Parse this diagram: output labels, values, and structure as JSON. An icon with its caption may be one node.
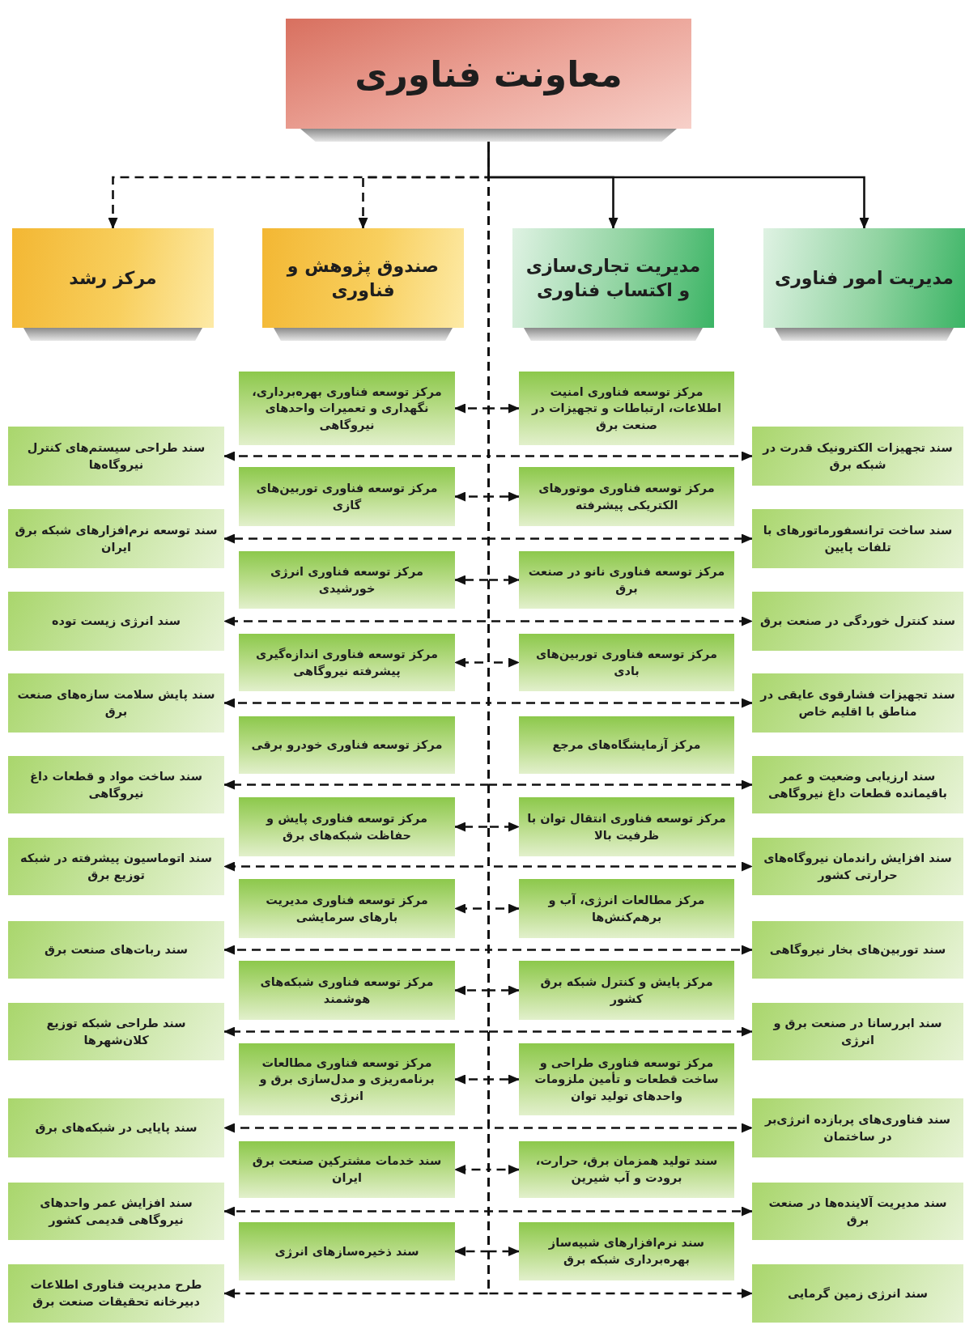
{
  "diagram": {
    "nodes": [
      {
        "text": [
          "معاونت فناوری"
        ]
      },
      {
        "text": [
          "مدیریت امور فناوری"
        ]
      },
      {
        "text": [
          "مدیریت تجاری‌سازی و اکتساب فناوری"
        ]
      },
      {
        "text": [
          "صندوق پژوهش و فناوری"
        ]
      },
      {
        "text": [
          "مرکز رشد"
        ]
      },
      {
        "text": [
          "مرکز توسعه فناوری امنیت اطلاعات، ارتباطات و تجهیزات در صنعت برق"
        ]
      },
      {
        "text": [
          "مرکز توسعه فناوری بهره‌برداری، نگهداری و تعمیرات واحدهای نیروگاهی"
        ]
      },
      {
        "text": [
          "سند تجهیزات الکترونیک قدرت در شبکه برق"
        ]
      },
      {
        "text": [
          "سند طراحی سیستم‌های کنترل نیروگاه‌ها"
        ]
      },
      {
        "text": [
          "مرکز توسعه فناوری موتورهای الکتریکی پیشرفته"
        ]
      },
      {
        "text": [
          "مرکز توسعه فناوری توربین‌های گازی"
        ]
      },
      {
        "text": [
          "سند ساخت ترانسفورماتورهای با تلفات پایین"
        ]
      },
      {
        "text": [
          "سند توسعه نرم‌افزارهای شبکه برق ایران"
        ]
      },
      {
        "text": [
          "مرکز توسعه فناوری نانو در صنعت برق"
        ]
      },
      {
        "text": [
          "مرکز توسعه فناوری انرژی خورشیدی"
        ]
      },
      {
        "text": [
          "سند کنترل خوردگی در صنعت برق"
        ]
      },
      {
        "text": [
          "سند انرژی زیست توده"
        ]
      },
      {
        "text": [
          "مرکز توسعه فناوری توربین‌های بادی"
        ]
      },
      {
        "text": [
          "مرکز توسعه فناوری اندازه‌گیری پیشرفته نیروگاهی"
        ]
      },
      {
        "text": [
          "سند تجهیزات فشارقوی عایقی در مناطق با اقلیم خاص"
        ]
      },
      {
        "text": [
          "سند پایش سلامت سازه‌های صنعت برق"
        ]
      },
      {
        "text": [
          "مرکز آزمایشگاه‌های مرجع"
        ]
      },
      {
        "text": [
          "مرکز توسعه فناوری خودرو برقی"
        ]
      },
      {
        "text": [
          "سند ارزیابی وضعیت و عمر باقیمانده قطعات داغ نیروگاهی"
        ]
      },
      {
        "text": [
          "سند ساخت مواد و قطعات داغ نیروگاهی"
        ]
      },
      {
        "text": [
          "مرکز توسعه فناوری انتقال توان با ظرفیت بالا"
        ]
      },
      {
        "text": [
          "مرکز توسعه فناوری پایش و حفاظت شبکه‌های برق"
        ]
      },
      {
        "text": [
          "سند افزایش راندمان نیروگاه‌های حرارتی کشور"
        ]
      },
      {
        "text": [
          "سند اتوماسیون پیشرفته در شبکه توزیع برق"
        ]
      },
      {
        "text": [
          "مرکز مطالعات انرژی، آب و برهم‌کنش‌ها"
        ]
      },
      {
        "text": [
          "مرکز توسعه فناوری مدیریت بارهای سرمایشی"
        ]
      },
      {
        "text": [
          "سند توربین‌های بخار نیروگاهی"
        ]
      },
      {
        "text": [
          "سند ربات‌های صنعت برق"
        ]
      },
      {
        "text": [
          "مرکز پایش و کنترل شبکه برق کشور"
        ]
      },
      {
        "text": [
          "مرکز توسعه فناوری شبکه‌های هوشمند"
        ]
      },
      {
        "text": [
          "سند ابررسانا در صنعت برق و انرژی"
        ]
      },
      {
        "text": [
          "سند طراحی شبکه توزیع کلان‌شهرها"
        ]
      },
      {
        "text": [
          "مرکز توسعه فناوری طراحی و ساخت قطعات و تأمین ملزومات واحدهای تولید توان"
        ]
      },
      {
        "text": [
          "مرکز توسعه فناوری مطالعات برنامه‌ریزی و مدل‌سازی برق و انرژی"
        ]
      },
      {
        "text": [
          "سند فناوری‌های پربازده انرژی‌بر در ساختمان"
        ]
      },
      {
        "text": [
          "سند پایایی در شبکه‌های برق"
        ]
      },
      {
        "text": [
          "سند تولید همزمان برق، حرارت، برودت و آب شیرین"
        ]
      },
      {
        "text": [
          "سند خدمات مشترکین صنعت برق ایران"
        ]
      },
      {
        "text": [
          "سند مدیریت آلاینده‌ها در صنعت برق"
        ]
      },
      {
        "text": [
          "سند افزایش عمر واحدهای نیروگاهی قدیمی کشور"
        ]
      },
      {
        "text": [
          "سند نرم‌افزارهای شبیه‌ساز بهره‌برداری شبکه برق"
        ]
      },
      {
        "text": [
          "سند ذخیره‌سازهای انرژی"
        ]
      },
      {
        "text": [
          "سند انرژی زمین گرمایی"
        ]
      },
      {
        "text": [
          "طرح مدیریت فناوری اطلاعات دبیرخانه تحقیقات صنعت برق"
        ]
      }
    ],
    "edges": [
      {
        "from": 0,
        "to": 1,
        "arrow": "to"
      },
      {
        "from": 0,
        "to": 2,
        "arrow": "to"
      },
      {
        "from": 0,
        "to": 3,
        "arrow": "to",
        "style": "dashed"
      },
      {
        "from": 0,
        "to": 4,
        "arrow": "to",
        "style": "dashed"
      },
      {
        "from": 0,
        "to": 5,
        "arrow": "to",
        "style": "dashed"
      },
      {
        "from": 0,
        "to": 6,
        "arrow": "to",
        "style": "dashed"
      },
      {
        "from": 0,
        "to": 7,
        "arrow": "to",
        "style": "dashed"
      },
      {
        "from": 0,
        "to": 8,
        "arrow": "to",
        "style": "dashed"
      },
      {
        "from": 0,
        "to": 9,
        "arrow": "to",
        "style": "dashed"
      },
      {
        "from": 0,
        "to": 10,
        "arrow": "to",
        "style": "dashed"
      },
      {
        "from": 0,
        "to": 11,
        "arrow": "to",
        "style": "dashed"
      },
      {
        "from": 0,
        "to": 12,
        "arrow": "to",
        "style": "dashed"
      },
      {
        "from": 0,
        "to": 13,
        "arrow": "to",
        "style": "dashed"
      },
      {
        "from": 0,
        "to": 14,
        "arrow": "to",
        "style": "dashed"
      },
      {
        "from": 0,
        "to": 15,
        "arrow": "to",
        "style": "dashed"
      },
      {
        "from": 0,
        "to": 16,
        "arrow": "to",
        "style": "dashed"
      },
      {
        "from": 0,
        "to": 17,
        "arrow": "to",
        "style": "dashed"
      },
      {
        "from": 0,
        "to": 18,
        "arrow": "to",
        "style": "dashed"
      },
      {
        "from": 0,
        "to": 19,
        "arrow": "to",
        "style": "dashed"
      },
      {
        "from": 0,
        "to": 20,
        "arrow": "to",
        "style": "dashed"
      },
      {
        "from": 0,
        "to": 23,
        "arrow": "to",
        "style": "dashed"
      },
      {
        "from": 0,
        "to": 24,
        "arrow": "to",
        "style": "dashed"
      },
      {
        "from": 0,
        "to": 25,
        "arrow": "to",
        "style": "dashed"
      },
      {
        "from": 0,
        "to": 26,
        "arrow": "to",
        "style": "dashed"
      },
      {
        "from": 0,
        "to": 27,
        "arrow": "to",
        "style": "dashed"
      },
      {
        "from": 0,
        "to": 28,
        "arrow": "to",
        "style": "dashed"
      },
      {
        "from": 0,
        "to": 29,
        "arrow": "to",
        "style": "dashed"
      },
      {
        "from": 0,
        "to": 30,
        "arrow": "to",
        "style": "dashed"
      },
      {
        "from": 0,
        "to": 31,
        "arrow": "to",
        "style": "dashed"
      },
      {
        "from": 0,
        "to": 32,
        "arrow": "to",
        "style": "dashed"
      },
      {
        "from": 0,
        "to": 33,
        "arrow": "to",
        "style": "dashed"
      },
      {
        "from": 0,
        "to": 34,
        "arrow": "to",
        "style": "dashed"
      },
      {
        "from": 0,
        "to": 35,
        "arrow": "to",
        "style": "dashed"
      },
      {
        "from": 0,
        "to": 36,
        "arrow": "to",
        "style": "dashed"
      },
      {
        "from": 0,
        "to": 37,
        "arrow": "to",
        "style": "dashed"
      },
      {
        "from": 0,
        "to": 38,
        "arrow": "to",
        "style": "dashed"
      },
      {
        "from": 0,
        "to": 39,
        "arrow": "to",
        "style": "dashed"
      },
      {
        "from": 0,
        "to": 40,
        "arrow": "to",
        "style": "dashed"
      },
      {
        "from": 0,
        "to": 41,
        "arrow": "to",
        "style": "dashed"
      },
      {
        "from": 0,
        "to": 42,
        "arrow": "to",
        "style": "dashed"
      },
      {
        "from": 0,
        "to": 43,
        "arrow": "to",
        "style": "dashed"
      },
      {
        "from": 0,
        "to": 44,
        "arrow": "to",
        "style": "dashed"
      },
      {
        "from": 0,
        "to": 45,
        "arrow": "to",
        "style": "dashed"
      },
      {
        "from": 0,
        "to": 46,
        "arrow": "to",
        "style": "dashed"
      },
      {
        "from": 0,
        "to": 47,
        "arrow": "to",
        "style": "dashed"
      },
      {
        "from": 0,
        "to": 48,
        "arrow": "to",
        "style": "dashed"
      }
    ]
  }
}
